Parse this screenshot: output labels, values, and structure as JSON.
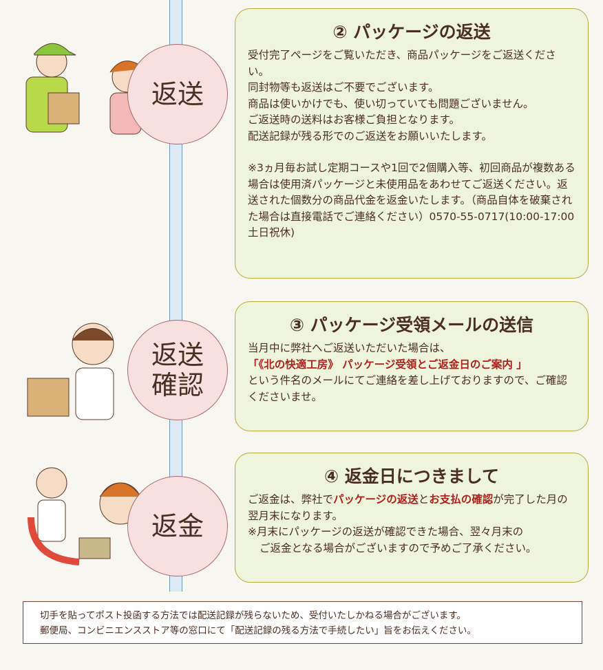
{
  "steps": [
    {
      "circle": "返送",
      "title": "② パッケージの返送",
      "lines": [
        "受付完了ページをご覧いただき、商品パッケージをご返送ください。",
        "同封物等も返送はご不要でございます。",
        "商品は使いかけでも、使い切っていても問題ございません。",
        "ご返送時の送料はお客様ご負担となります。",
        "配送記録が残る形でのご返送をお願いいたします。"
      ],
      "note": "※3ヵ月毎お試し定期コースや1回で2個購入等、初回商品が複数ある場合は使用済パッケージと未使用品をあわせてご返送ください。返送された個数分の商品代金を返金いたします。（商品自体を破棄された場合は直接電話でご連絡ください）0570-55-0717(10:00-17:00 土日祝休)"
    },
    {
      "circle": "返送\n確認",
      "title": "③ パッケージ受領メールの送信",
      "line1": "当月中に弊社へご返送いただいた場合は、",
      "highlight": "「《北の快適工房》 パッケージ受領とご返金日のご案内 」",
      "line2": "という件名のメールにてご連絡を差し上げておりますので、ご確認くださいませ。"
    },
    {
      "circle": "返金",
      "title": "④ 返金日につきまして",
      "t1": "ご返金は、弊社で",
      "r1": "パッケージの返送",
      "t2": "と",
      "r2": "お支払の確認",
      "t3": "が完了した月の翌月末になります。",
      "n1": "※月末にパッケージの返送が確認できた場合、翌々月末の",
      "n2": "ご返金となる場合がございますので予めご了承ください。"
    }
  ],
  "notice": [
    "切手を貼ってポスト投函する方法では配送記録が残らないため、受付いたしかねる場合がございます。",
    "郵便局、コンビニエンスストア等の窓口にて「配送記録の残る方法で手続したい」旨をお伝えください。"
  ],
  "colors": {
    "accent_red": "#b0201e",
    "card_bg": "#eff5dc",
    "circle_bg": "#f8dfe0"
  }
}
